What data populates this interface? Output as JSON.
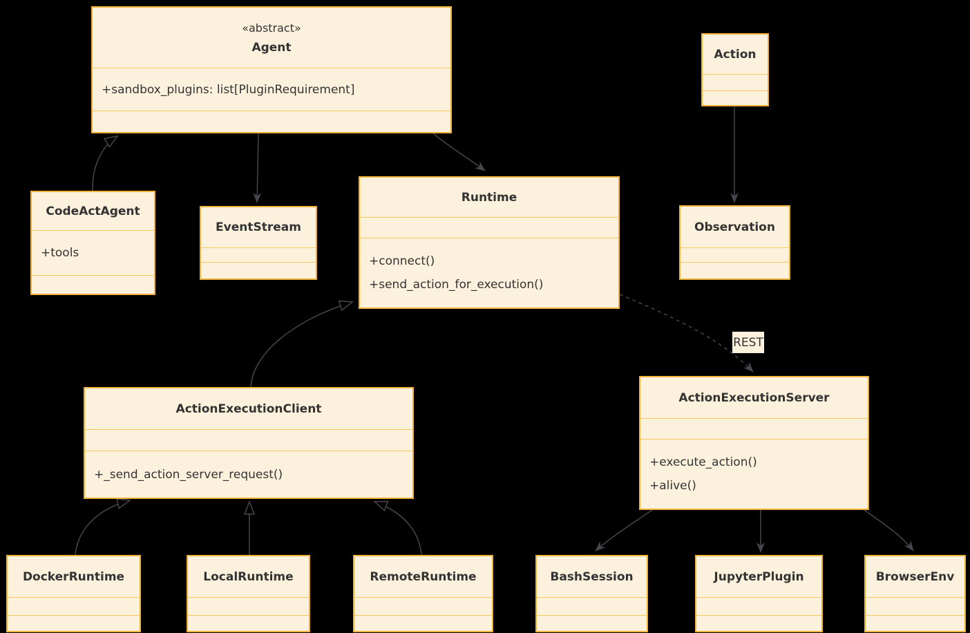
{
  "diagram": {
    "kind": "uml-class-diagram",
    "background_color": "#000000",
    "box_fill_color": "#fcf1dc",
    "box_border_color": "#f2b137",
    "divider_color": "#f6c65f",
    "text_color": "#333333",
    "line_color": "#46464e"
  },
  "classes": [
    {
      "name": "Agent",
      "stereotype": "«abstract»",
      "attributes": [
        "+sandbox_plugins: list[PluginRequirement]"
      ],
      "methods": []
    },
    {
      "name": "CodeActAgent",
      "attributes": [
        "+tools"
      ],
      "methods": []
    },
    {
      "name": "EventStream",
      "attributes": [],
      "methods": []
    },
    {
      "name": "Runtime",
      "attributes": [],
      "methods": [
        "+connect()",
        "+send_action_for_execution()"
      ]
    },
    {
      "name": "Action",
      "attributes": [],
      "methods": []
    },
    {
      "name": "Observation",
      "attributes": [],
      "methods": []
    },
    {
      "name": "ActionExecutionClient",
      "attributes": [],
      "methods": [
        "+_send_action_server_request()"
      ]
    },
    {
      "name": "ActionExecutionServer",
      "attributes": [],
      "methods": [
        "+execute_action()",
        "+alive()"
      ]
    },
    {
      "name": "DockerRuntime",
      "attributes": [],
      "methods": []
    },
    {
      "name": "LocalRuntime",
      "attributes": [],
      "methods": []
    },
    {
      "name": "RemoteRuntime",
      "attributes": [],
      "methods": []
    },
    {
      "name": "BashSession",
      "attributes": [],
      "methods": []
    },
    {
      "name": "JupyterPlugin",
      "attributes": [],
      "methods": []
    },
    {
      "name": "BrowserEnv",
      "attributes": [],
      "methods": []
    }
  ],
  "edges": [
    {
      "from": "CodeActAgent",
      "to": "Agent",
      "type": "inheritance",
      "label": ""
    },
    {
      "from": "Agent",
      "to": "EventStream",
      "type": "association",
      "label": ""
    },
    {
      "from": "Agent",
      "to": "Runtime",
      "type": "association",
      "label": ""
    },
    {
      "from": "ActionExecutionClient",
      "to": "Runtime",
      "type": "inheritance",
      "label": ""
    },
    {
      "from": "Action",
      "to": "Observation",
      "type": "association",
      "label": ""
    },
    {
      "from": "Runtime",
      "to": "ActionExecutionServer",
      "type": "dashed-dependency",
      "label": "REST"
    },
    {
      "from": "DockerRuntime",
      "to": "ActionExecutionClient",
      "type": "inheritance",
      "label": ""
    },
    {
      "from": "LocalRuntime",
      "to": "ActionExecutionClient",
      "type": "inheritance",
      "label": ""
    },
    {
      "from": "RemoteRuntime",
      "to": "ActionExecutionClient",
      "type": "inheritance",
      "label": ""
    },
    {
      "from": "ActionExecutionServer",
      "to": "BashSession",
      "type": "association",
      "label": ""
    },
    {
      "from": "ActionExecutionServer",
      "to": "JupyterPlugin",
      "type": "association",
      "label": ""
    },
    {
      "from": "ActionExecutionServer",
      "to": "BrowserEnv",
      "type": "association",
      "label": ""
    }
  ]
}
